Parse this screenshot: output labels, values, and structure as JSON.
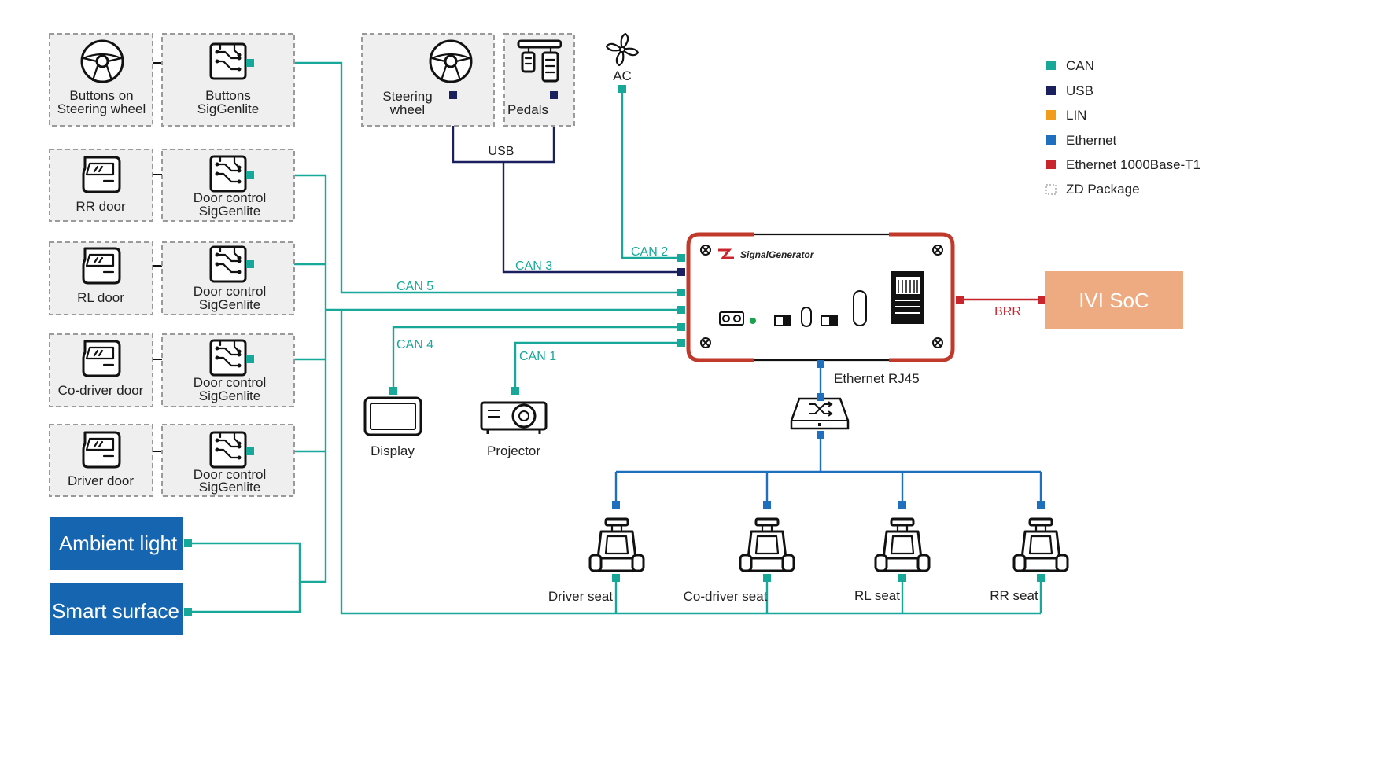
{
  "legend": {
    "can": "CAN",
    "usb": "USB",
    "lin": "LIN",
    "ethernet": "Ethernet",
    "ethernet_t1": "Ethernet 1000Base-T1",
    "zd_package": "ZD Package"
  },
  "colors": {
    "can": "#17a89a",
    "usb": "#1a1f5e",
    "lin": "#f29c1b",
    "ethernet": "#1f6fbf",
    "ethernet_t1": "#c8252c",
    "ambient_blue": "#1565b0",
    "ivi": "#eeaa80"
  },
  "left_column": {
    "steering_buttons": {
      "line1": "Buttons on",
      "line2": "Steering wheel"
    },
    "buttons_sig": {
      "line1": "Buttons",
      "line2": "SigGenlite"
    },
    "rr_door": "RR door",
    "rl_door": "RL door",
    "codriver_door": "Co-driver door",
    "driver_door": "Driver door",
    "door_sig": {
      "line1": "Door control",
      "line2": "SigGenlite"
    },
    "ambient_light": "Ambient light",
    "smart_surface": "Smart surface"
  },
  "top": {
    "steering_wheel": {
      "line1": "Steering",
      "line2": "wheel"
    },
    "pedals": "Pedals",
    "ac": "AC",
    "usb_label": "USB"
  },
  "bus_labels": {
    "can1": "CAN 1",
    "can2": "CAN 2",
    "can3": "CAN 3",
    "can4": "CAN 4",
    "can5": "CAN 5",
    "brr": "BRR",
    "ethernet_rj45": "Ethernet RJ45"
  },
  "devices": {
    "display": "Display",
    "projector": "Projector",
    "signal_generator": "SignalGenerator",
    "ivi_soc": "IVI SoC"
  },
  "seats": {
    "driver": "Driver seat",
    "codriver": "Co-driver seat",
    "rl": "RL seat",
    "rr": "RR seat"
  }
}
